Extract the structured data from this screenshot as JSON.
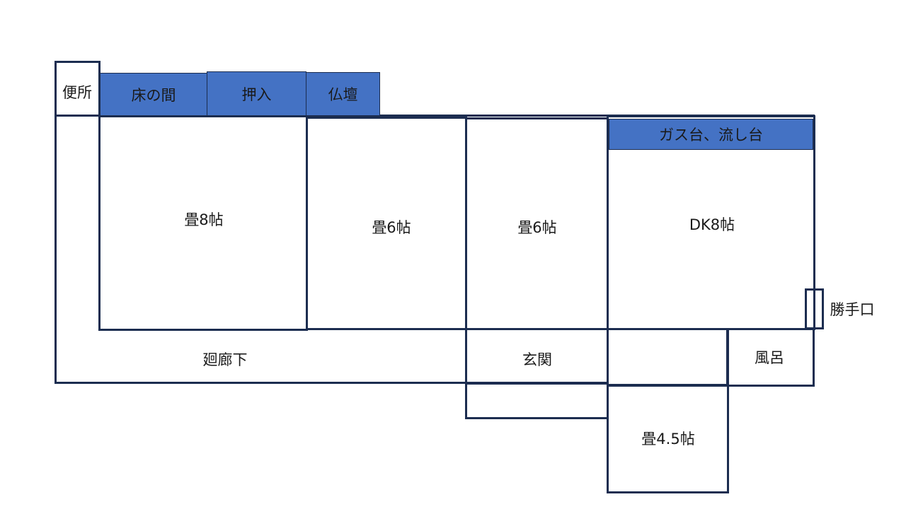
{
  "rooms": {
    "toilet": "便所",
    "tokonoma": "床の間",
    "oshiire": "押入",
    "butsudan": "仏壇",
    "tatami8": "畳8帖",
    "tatami6a": "畳6帖",
    "tatami6b": "畳6帖",
    "kitchen_counter": "ガス台、流し台",
    "dk8": "DK8帖",
    "back_door": "勝手口",
    "corridor": "廻廊下",
    "entrance": "玄関",
    "bath": "風呂",
    "tatami45": "畳4.5帖"
  },
  "colors": {
    "wall": "#1c2d50",
    "fixture": "#4472c4"
  }
}
